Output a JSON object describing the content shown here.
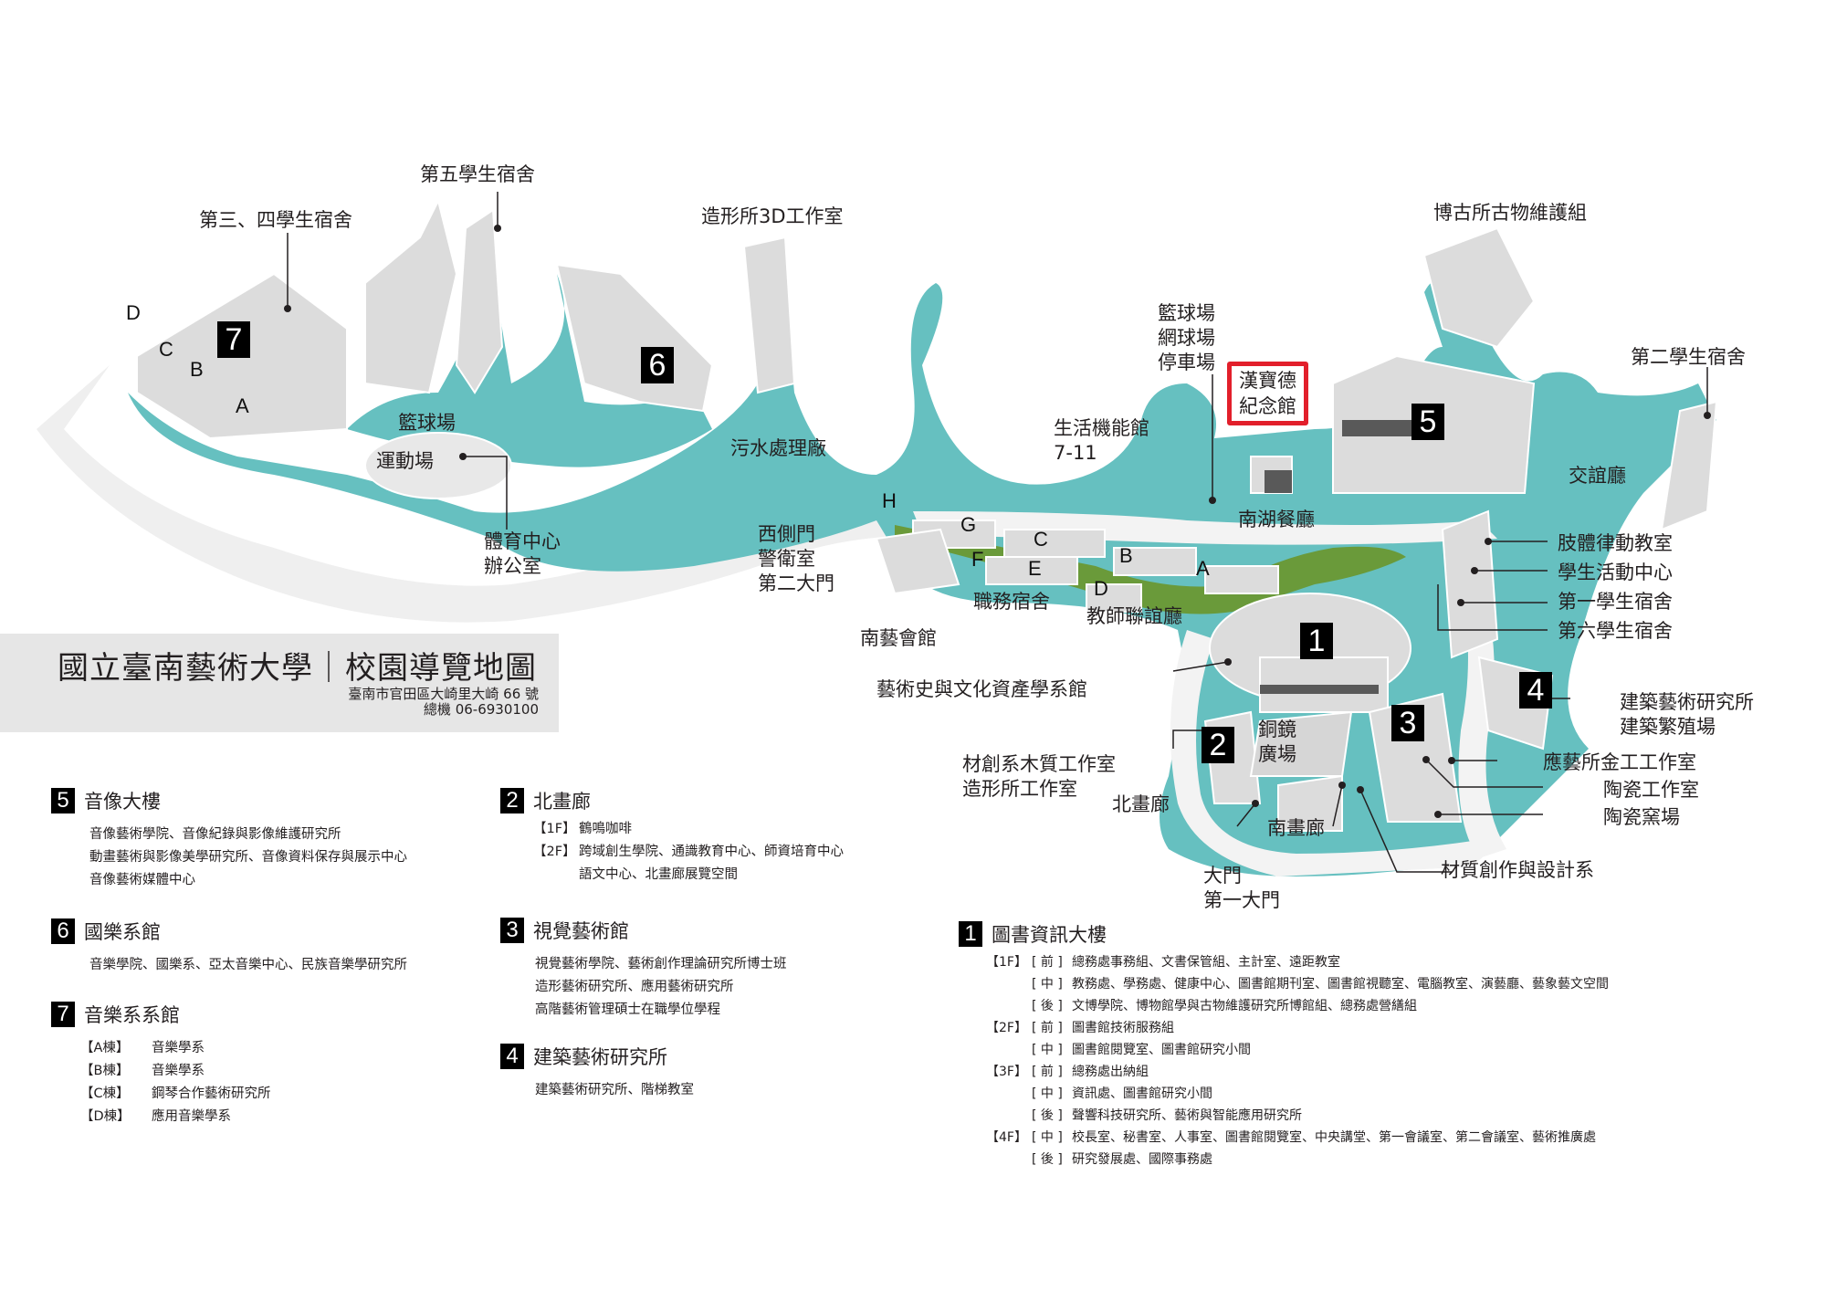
{
  "title": {
    "main": "國立臺南藝術大學｜校園導覽地圖",
    "address": "臺南市官田區大崎里大崎 66 號",
    "phone": "總機 06-6930100"
  },
  "colors": {
    "campus_ground": "#66c0c0",
    "road": "#eeeeee",
    "building": "#dcdcdc",
    "building_shadow": "#595959",
    "stream": "#6a9a3a",
    "highlight": "#e21f2b",
    "title_bg": "#e6e6e6"
  },
  "map": {
    "numbered_buildings": [
      {
        "num": "1",
        "name": "圖書資訊大樓"
      },
      {
        "num": "2",
        "name": "北畫廊"
      },
      {
        "num": "3",
        "name": "視覺藝術館"
      },
      {
        "num": "4",
        "name": "建築藝術研究所"
      },
      {
        "num": "5",
        "name": "音像大樓"
      },
      {
        "num": "6",
        "name": "國樂系館"
      },
      {
        "num": "7",
        "name": "音樂系系館"
      }
    ],
    "labels": {
      "dorm34": "第三、四學生宿舍",
      "dorm5": "第五學生宿舍",
      "studio3d": "造形所3D工作室",
      "antique": "博古所古物維護組",
      "dorm2": "第二學生宿舍",
      "courts": "籃球場\n網球場\n停車場",
      "hambaode": "漢寶德\n紀念館",
      "lifecenter": "生活機能館\n7-11",
      "sewage": "污水處理廠",
      "basketball_w": "籃球場",
      "stadium": "運動場",
      "sports_office": "體育中心\n辦公室",
      "west_gate": "西側門\n警衛室\n第二大門",
      "friendship": "交誼廳",
      "nanhu": "南湖餐廳",
      "staff_dorm": "職務宿舍",
      "faculty_hall": "教師聯誼廳",
      "nanyi_hall": "南藝會館",
      "art_history": "藝術史與文化資產學系館",
      "wood_studio": "材創系木質工作室\n造形所工作室",
      "north_gallery": "北畫廊",
      "plaza": "銅鏡\n廣場",
      "south_gallery": "南畫廊",
      "main_gate": "大門\n第一大門",
      "material_dept": "材質創作與設計系",
      "dance_room": "肢體律動教室",
      "student_center": "學生活動中心",
      "dorm1": "第一學生宿舍",
      "dorm6": "第六學生宿舍",
      "arch_lab": "建築藝術研究所\n建築繁殖場",
      "metal_studio": "應藝所金工工作室",
      "ceramic_studio": "陶瓷工作室",
      "kiln": "陶瓷窯場"
    },
    "music_blocks": [
      "A",
      "B",
      "C",
      "D"
    ],
    "staff_dorm_blocks": [
      "A",
      "B",
      "C",
      "D",
      "E",
      "F",
      "G",
      "H"
    ]
  },
  "legend": {
    "b5": {
      "num": "5",
      "title": "音像大樓",
      "lines": [
        "音像藝術學院、音像紀錄與影像維護研究所",
        "動畫藝術與影像美學研究所、音像資料保存與展示中心",
        "音像藝術媒體中心"
      ]
    },
    "b6": {
      "num": "6",
      "title": "國樂系館",
      "lines": [
        "音樂學院、國樂系、亞太音樂中心、民族音樂學研究所"
      ]
    },
    "b7": {
      "num": "7",
      "title": "音樂系系館",
      "rows": [
        {
          "tag": "【A棟】",
          "text": "音樂學系"
        },
        {
          "tag": "【B棟】",
          "text": "音樂學系"
        },
        {
          "tag": "【C棟】",
          "text": "鋼琴合作藝術研究所"
        },
        {
          "tag": "【D棟】",
          "text": "應用音樂學系"
        }
      ]
    },
    "b2": {
      "num": "2",
      "title": "北畫廊",
      "rows": [
        {
          "tag": "【1F】",
          "text": "鶴鳴咖啡"
        },
        {
          "tag": "【2F】",
          "text": "跨域創生學院、通識教育中心、師資培育中心"
        },
        {
          "tag": "",
          "text": "語文中心、北畫廊展覽空間"
        }
      ]
    },
    "b3": {
      "num": "3",
      "title": "視覺藝術館",
      "lines": [
        "視覺藝術學院、藝術創作理論研究所博士班",
        "造形藝術研究所、應用藝術研究所",
        "高階藝術管理碩士在職學位學程"
      ]
    },
    "b4": {
      "num": "4",
      "title": "建築藝術研究所",
      "lines": [
        "建築藝術研究所、階梯教室"
      ]
    },
    "b1": {
      "num": "1",
      "title": "圖書資訊大樓",
      "rows": [
        {
          "floor": "【1F】",
          "pos": "[ 前 ]",
          "text": "總務處事務組、文書保管組、主計室、遠距教室"
        },
        {
          "floor": "",
          "pos": "[ 中 ]",
          "text": "教務處、學務處、健康中心、圖書館期刊室、圖書館視聽室、電腦教室、演藝廳、藝象藝文空間"
        },
        {
          "floor": "",
          "pos": "[ 後 ]",
          "text": "文博學院、博物館學與古物維護研究所博館組、總務處營繕組"
        },
        {
          "floor": "【2F】",
          "pos": "[ 前 ]",
          "text": "圖書館技術服務組"
        },
        {
          "floor": "",
          "pos": "[ 中 ]",
          "text": "圖書館閱覽室、圖書館研究小間"
        },
        {
          "floor": "【3F】",
          "pos": "[ 前 ]",
          "text": "總務處出納組"
        },
        {
          "floor": "",
          "pos": "[ 中 ]",
          "text": "資訊處、圖書館研究小間"
        },
        {
          "floor": "",
          "pos": "[ 後 ]",
          "text": "聲響科技研究所、藝術與智能應用研究所"
        },
        {
          "floor": "【4F】",
          "pos": "[ 中 ]",
          "text": "校長室、秘書室、人事室、圖書館閱覽室、中央講堂、第一會議室、第二會議室、藝術推廣處"
        },
        {
          "floor": "",
          "pos": "[ 後 ]",
          "text": "研究發展處、國際事務處"
        }
      ]
    }
  }
}
